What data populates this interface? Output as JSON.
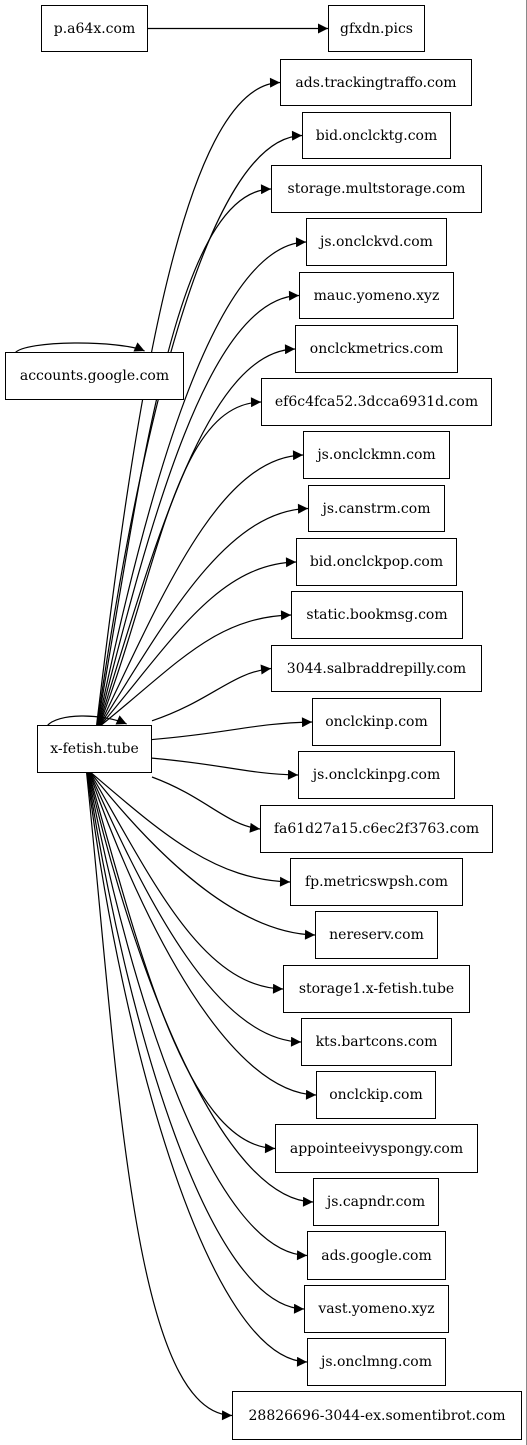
{
  "nodes": [
    {
      "id": "n_pa64x",
      "label": "p.a64x.com"
    },
    {
      "id": "n_gfxdn",
      "label": "gfxdn.pics"
    },
    {
      "id": "n_accounts",
      "label": "accounts.google.com"
    },
    {
      "id": "n_xfetish",
      "label": "x-fetish.tube"
    },
    {
      "id": "t01",
      "label": "ads.trackingtraffo.com"
    },
    {
      "id": "t02",
      "label": "bid.onclcktg.com"
    },
    {
      "id": "t03",
      "label": "storage.multstorage.com"
    },
    {
      "id": "t04",
      "label": "js.onclckvd.com"
    },
    {
      "id": "t05",
      "label": "mauc.yomeno.xyz"
    },
    {
      "id": "t06",
      "label": "onclckmetrics.com"
    },
    {
      "id": "t07",
      "label": "ef6c4fca52.3dcca6931d.com"
    },
    {
      "id": "t08",
      "label": "js.onclckmn.com"
    },
    {
      "id": "t09",
      "label": "js.canstrm.com"
    },
    {
      "id": "t10",
      "label": "bid.onclckpop.com"
    },
    {
      "id": "t11",
      "label": "static.bookmsg.com"
    },
    {
      "id": "t12",
      "label": "3044.salbraddrepilly.com"
    },
    {
      "id": "t13",
      "label": "onclckinp.com"
    },
    {
      "id": "t14",
      "label": "js.onclckinpg.com"
    },
    {
      "id": "t15",
      "label": "fa61d27a15.c6ec2f3763.com"
    },
    {
      "id": "t16",
      "label": "fp.metricswpsh.com"
    },
    {
      "id": "t17",
      "label": "nereserv.com"
    },
    {
      "id": "t18",
      "label": "storage1.x-fetish.tube"
    },
    {
      "id": "t19",
      "label": "kts.bartcons.com"
    },
    {
      "id": "t20",
      "label": "onclckip.com"
    },
    {
      "id": "t21",
      "label": "appointeeivyspongy.com"
    },
    {
      "id": "t22",
      "label": "js.capndr.com"
    },
    {
      "id": "t23",
      "label": "ads.google.com"
    },
    {
      "id": "t24",
      "label": "vast.yomeno.xyz"
    },
    {
      "id": "t25",
      "label": "js.onclmng.com"
    },
    {
      "id": "t26",
      "label": "28826696-3044-ex.somentibrot.com"
    }
  ],
  "edges": [
    {
      "from": "n_pa64x",
      "to": "n_gfxdn"
    },
    {
      "from": "n_accounts",
      "to": "n_accounts"
    },
    {
      "from": "n_xfetish",
      "to": "n_xfetish"
    },
    {
      "from": "n_xfetish",
      "to": "t01"
    },
    {
      "from": "n_xfetish",
      "to": "t02"
    },
    {
      "from": "n_xfetish",
      "to": "t03"
    },
    {
      "from": "n_xfetish",
      "to": "t04"
    },
    {
      "from": "n_xfetish",
      "to": "t05"
    },
    {
      "from": "n_xfetish",
      "to": "t06"
    },
    {
      "from": "n_xfetish",
      "to": "t07"
    },
    {
      "from": "n_xfetish",
      "to": "t08"
    },
    {
      "from": "n_xfetish",
      "to": "t09"
    },
    {
      "from": "n_xfetish",
      "to": "t10"
    },
    {
      "from": "n_xfetish",
      "to": "t11"
    },
    {
      "from": "n_xfetish",
      "to": "t12"
    },
    {
      "from": "n_xfetish",
      "to": "t13"
    },
    {
      "from": "n_xfetish",
      "to": "t14"
    },
    {
      "from": "n_xfetish",
      "to": "t15"
    },
    {
      "from": "n_xfetish",
      "to": "t16"
    },
    {
      "from": "n_xfetish",
      "to": "t17"
    },
    {
      "from": "n_xfetish",
      "to": "t18"
    },
    {
      "from": "n_xfetish",
      "to": "t19"
    },
    {
      "from": "n_xfetish",
      "to": "t20"
    },
    {
      "from": "n_xfetish",
      "to": "t21"
    },
    {
      "from": "n_xfetish",
      "to": "t22"
    },
    {
      "from": "n_xfetish",
      "to": "t23"
    },
    {
      "from": "n_xfetish",
      "to": "t24"
    },
    {
      "from": "n_xfetish",
      "to": "t25"
    },
    {
      "from": "n_xfetish",
      "to": "t26"
    }
  ]
}
